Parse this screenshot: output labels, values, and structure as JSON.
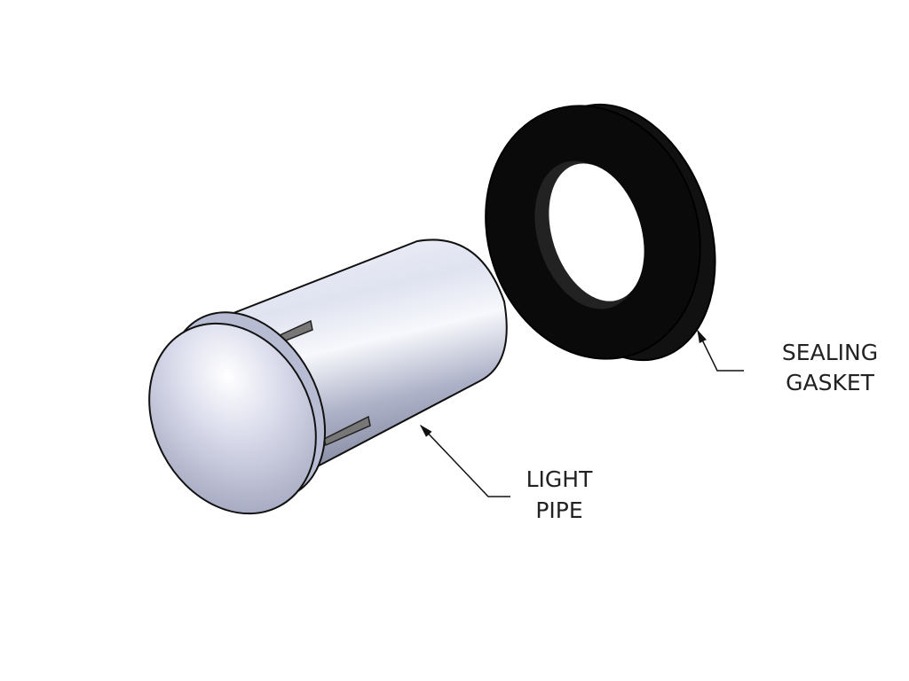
{
  "labels": {
    "light_pipe": [
      "LIGHT",
      "PIPE"
    ],
    "sealing_gasket": [
      "SEALING",
      "GASKET"
    ]
  },
  "colors": {
    "gasket": "#0a0a0a",
    "light_pipe": "#c8cce0",
    "leader": "#111111"
  }
}
